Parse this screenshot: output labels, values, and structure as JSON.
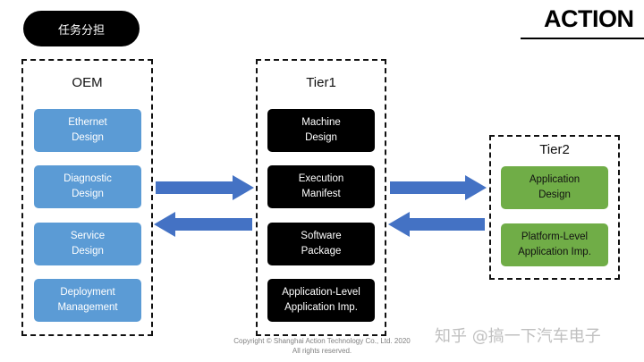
{
  "header": {
    "tag": "任务分担",
    "logo": "ACTION"
  },
  "groups": {
    "oem": {
      "title": "OEM",
      "items": [
        "Ethernet\nDesign",
        "Diagnostic\nDesign",
        "Service\nDesign",
        "Deployment\nManagement"
      ]
    },
    "tier1": {
      "title": "Tier1",
      "items": [
        "Machine\nDesign",
        "Execution\nManifest",
        "Software\nPackage",
        "Application-Level\nApplication Imp."
      ]
    },
    "tier2": {
      "title": "Tier2",
      "items": [
        "Application\nDesign",
        "Platform-Level\nApplication Imp."
      ]
    }
  },
  "colors": {
    "oem_box": "#5b9bd5",
    "tier1_box": "#000000",
    "tier2_box": "#70ad47",
    "arrow": "#4472c4"
  },
  "footer": {
    "line1": "Copyright © Shanghai Action Technology Co., Ltd. 2020",
    "line2": "All rights reserved."
  },
  "watermark": "知乎 @搞一下汽车电子"
}
